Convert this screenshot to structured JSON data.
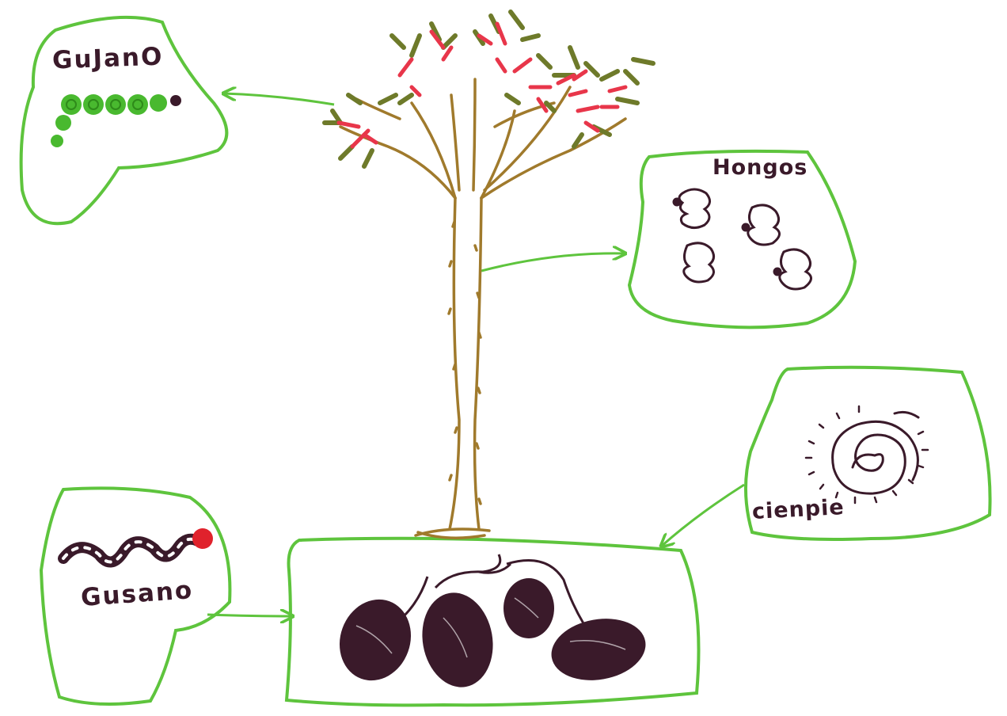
{
  "labels": {
    "caterpillar_panel": "GuJanO",
    "fungi_panel": "Hongos",
    "centipede_panel": "cienpie",
    "worm_panel": "Gusano"
  },
  "colors": {
    "panel_outline": "#5ec43d",
    "arrow": "#5ec43d",
    "trunk": "#a07a2c",
    "leaves_green": "#6e7a2a",
    "leaves_red": "#e8364a",
    "ink": "#3a1a2a",
    "worm_head": "#e0222c",
    "caterpillar_body": "#49b92f"
  },
  "icons": [
    "tree-icon",
    "caterpillar-icon",
    "fungi-icon",
    "centipede-icon",
    "earthworm-icon",
    "roots-tubers-icon"
  ]
}
